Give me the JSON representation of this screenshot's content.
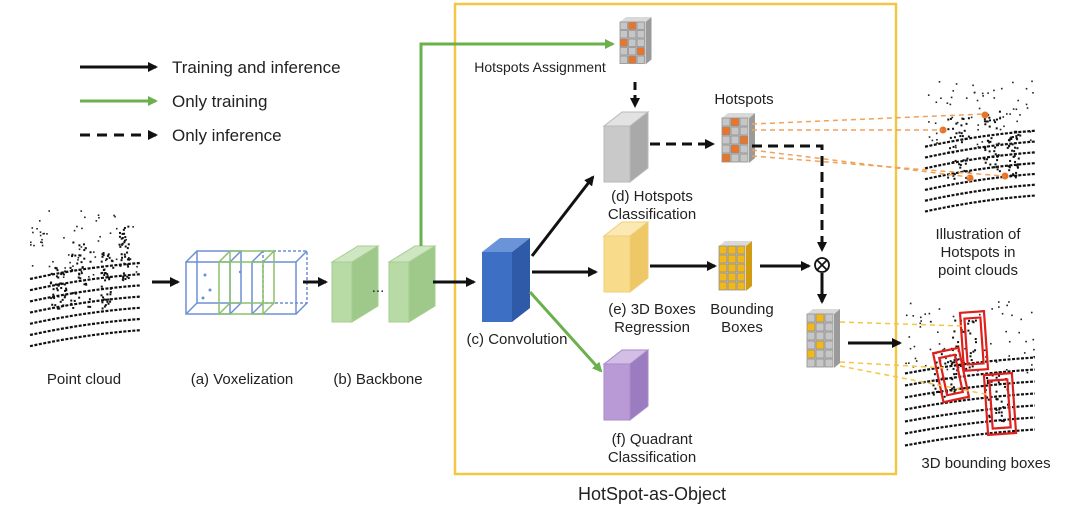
{
  "legend": {
    "training_and_inference": "Training and inference",
    "only_training": "Only training",
    "only_inference": "Only inference"
  },
  "labels": {
    "point_cloud": "Point cloud",
    "voxelization": "(a) Voxelization",
    "backbone": "(b) Backbone",
    "backbone_dots": "...",
    "convolution": "(c) Convolution",
    "hotspots_assignment": "Hotspots Assignment",
    "hotspots_classification_line1": "(d) Hotspots",
    "hotspots_classification_line2": "Classification",
    "boxes_regression_line1": "(e) 3D Boxes",
    "boxes_regression_line2": "Regression",
    "quadrant_classification_line1": "(f) Quadrant",
    "quadrant_classification_line2": "Classification",
    "hotspots": "Hotspots",
    "bounding_boxes_line1": "Bounding",
    "bounding_boxes_line2": "Boxes",
    "illustration_line1": "Illustration of",
    "illustration_line2": "Hotspots in",
    "illustration_line3": "point clouds",
    "boxes_3d": "3D bounding boxes",
    "frame_title": "HotSpot-as-Object",
    "combine_symbol": "⊗"
  },
  "colors": {
    "arrow_black": "#111111",
    "arrow_green": "#6ab04c",
    "frame_yellow": "#f2c744",
    "conv_blue": "#3d6fc4",
    "backbone_green": "#b8dba6",
    "voxel_blue": "#6d8fd6",
    "voxel_green": "#8cc06c",
    "hotspot_gray": "#c9c9c9",
    "regression_yellow": "#f8dc8c",
    "quadrant_purple": "#b99ad6",
    "grid_orange": "#e8762a",
    "grid_yellow": "#f2b818",
    "dashed_orange": "#f0a15a",
    "dashed_yellow": "#f2c744",
    "box_red": "#e0201c"
  }
}
